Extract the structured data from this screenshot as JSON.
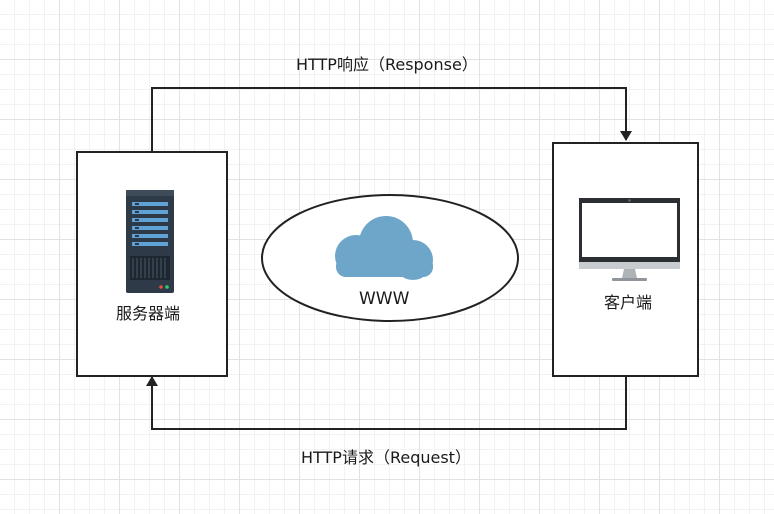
{
  "arrows": {
    "response_label": "HTTP响应（Response）",
    "request_label": "HTTP请求（Request）"
  },
  "server": {
    "label": "服务器端",
    "icon": "server-rack-icon"
  },
  "client": {
    "label": "客户端",
    "icon": "monitor-icon"
  },
  "network": {
    "label": "WWW",
    "icon": "cloud-icon"
  },
  "colors": {
    "stroke": "#222222",
    "cloud": "#6ea6c9",
    "server_body": "#2e3a47",
    "server_slots": "#5fa3d6",
    "monitor_frame": "#2b2f33",
    "monitor_screen": "#ffffff",
    "monitor_stand": "#c8ccd0"
  }
}
